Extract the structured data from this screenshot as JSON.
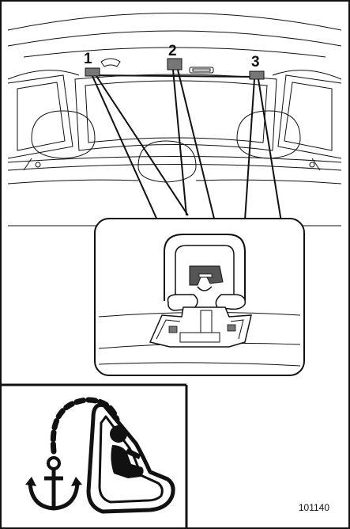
{
  "callouts": [
    {
      "label": "1"
    },
    {
      "label": "2"
    },
    {
      "label": "3"
    }
  ],
  "figure_code": "101140",
  "icon": {
    "name": "child-seat-tether-anchor-icon"
  },
  "colors": {
    "line": "#111111",
    "background": "#ffffff",
    "anchor_fill": "#777777",
    "dark_fill": "#555555"
  }
}
